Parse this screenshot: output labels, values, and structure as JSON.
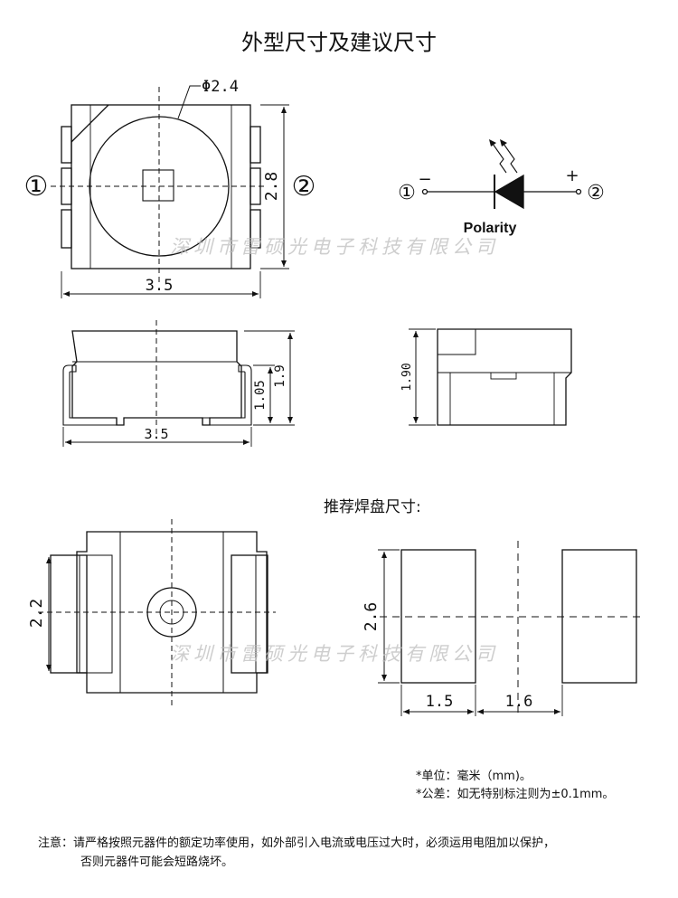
{
  "title": "外型尺寸及建议尺寸",
  "top_view": {
    "diameter_label": "Φ2.4",
    "pin1_label": "①",
    "pin2_label": "②",
    "height_label": "2.8",
    "width_label": "3.5"
  },
  "polarity": {
    "pin1_label": "①",
    "pin2_label": "②",
    "minus_sign": "−",
    "plus_sign": "+",
    "label": "Polarity"
  },
  "side_view": {
    "width_label": "3.5",
    "lead_height_label": "1.05",
    "height_label": "1.9"
  },
  "end_view": {
    "height_label": "1.90"
  },
  "pad": {
    "title": "推荐焊盘尺寸:",
    "pad_height_label": "2.2",
    "land_height_label": "2.6",
    "land_width_label": "1.5",
    "land_gap_label": "1.6"
  },
  "watermark": "深圳市雷硕光电子科技有限公司",
  "notes": {
    "unit": "*单位：毫米（mm)。",
    "tolerance": "*公差：如无特别标注则为±0.1mm。",
    "warning_line1": "注意：请严格按照元器件的额定功率使用，如外部引入电流或电压过大时，必须运用电阻加以保护，",
    "warning_line2": "否则元器件可能会短路烧坏。"
  }
}
